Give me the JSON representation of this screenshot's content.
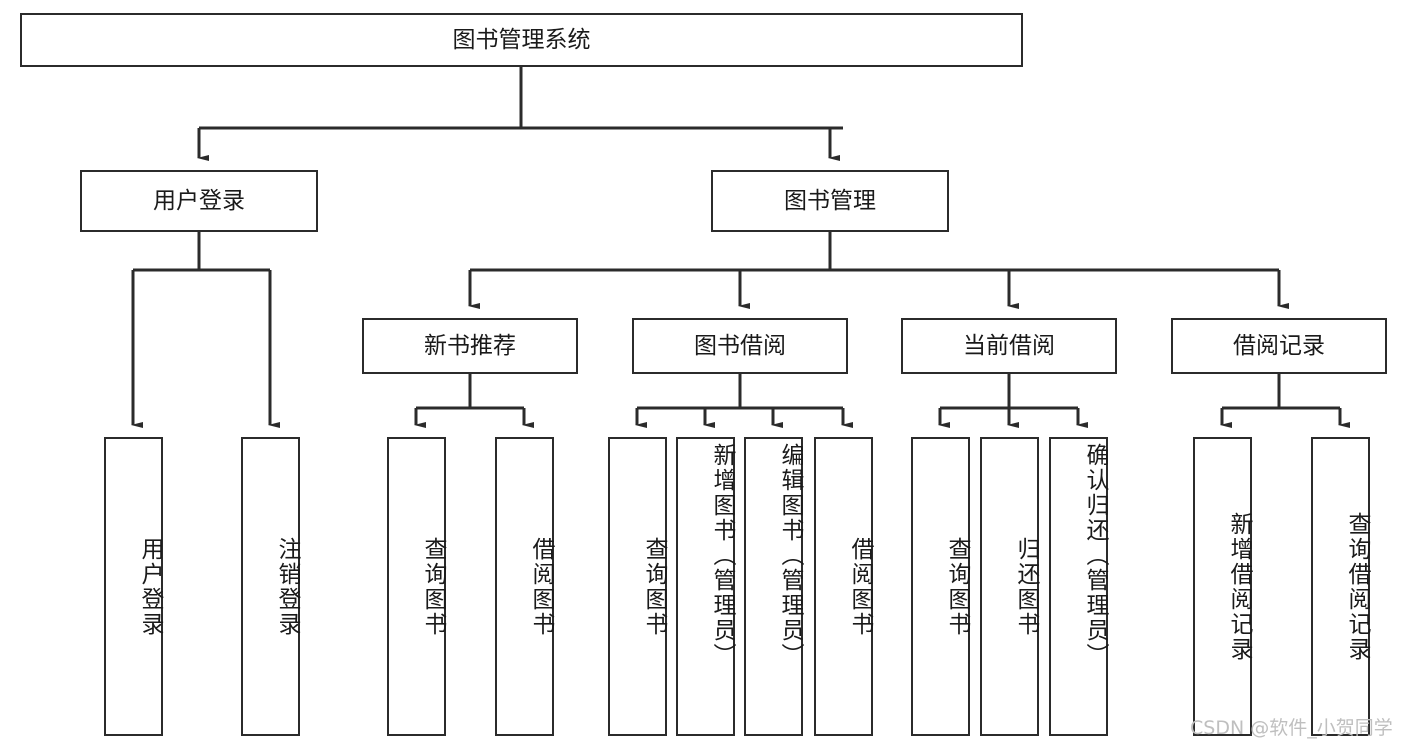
{
  "diagram": {
    "type": "tree-hierarchy-chart",
    "title": "图书管理系统",
    "box_border_color": "#2b2b2b",
    "box_fill_color": "#ffffff",
    "line_color": "#2b2b2b",
    "text_color": "#1a1a1a",
    "background_color": "#ffffff"
  },
  "nodes": {
    "root": {
      "label": "图书管理系统",
      "level": 1
    },
    "level2": [
      {
        "id": "user-login",
        "label": "用户登录"
      },
      {
        "id": "book-management",
        "label": "图书管理"
      }
    ],
    "level3": [
      {
        "id": "new-book-recommend",
        "label": "新书推荐"
      },
      {
        "id": "book-borrow",
        "label": "图书借阅"
      },
      {
        "id": "current-borrow",
        "label": "当前借阅"
      },
      {
        "id": "borrow-record",
        "label": "借阅记录"
      }
    ],
    "leaves": {
      "user_login": [
        {
          "id": "leaf-user-login",
          "label": "用户登录"
        },
        {
          "id": "leaf-logout",
          "label": "注销登录"
        }
      ],
      "new_book_recommend": [
        {
          "id": "leaf-query-book-1",
          "label": "查询图书"
        },
        {
          "id": "leaf-borrow-book-1",
          "label": "借阅图书"
        }
      ],
      "book_borrow": [
        {
          "id": "leaf-query-book-2",
          "label": "查询图书"
        },
        {
          "id": "leaf-add-book",
          "label": "新增图书（管理员）"
        },
        {
          "id": "leaf-edit-book",
          "label": "编辑图书（管理员）"
        },
        {
          "id": "leaf-borrow-book-2",
          "label": "借阅图书"
        }
      ],
      "current_borrow": [
        {
          "id": "leaf-query-book-3",
          "label": "查询图书"
        },
        {
          "id": "leaf-return-book",
          "label": "归还图书"
        },
        {
          "id": "leaf-confirm-return",
          "label": "确认归还（管理员）"
        }
      ],
      "borrow_record": [
        {
          "id": "leaf-add-record",
          "label": "新增借阅记录"
        },
        {
          "id": "leaf-query-record",
          "label": "查询借阅记录"
        }
      ]
    }
  },
  "watermark": {
    "text": "CSDN @软件_小贺同学",
    "color": "#bfbfbf"
  }
}
